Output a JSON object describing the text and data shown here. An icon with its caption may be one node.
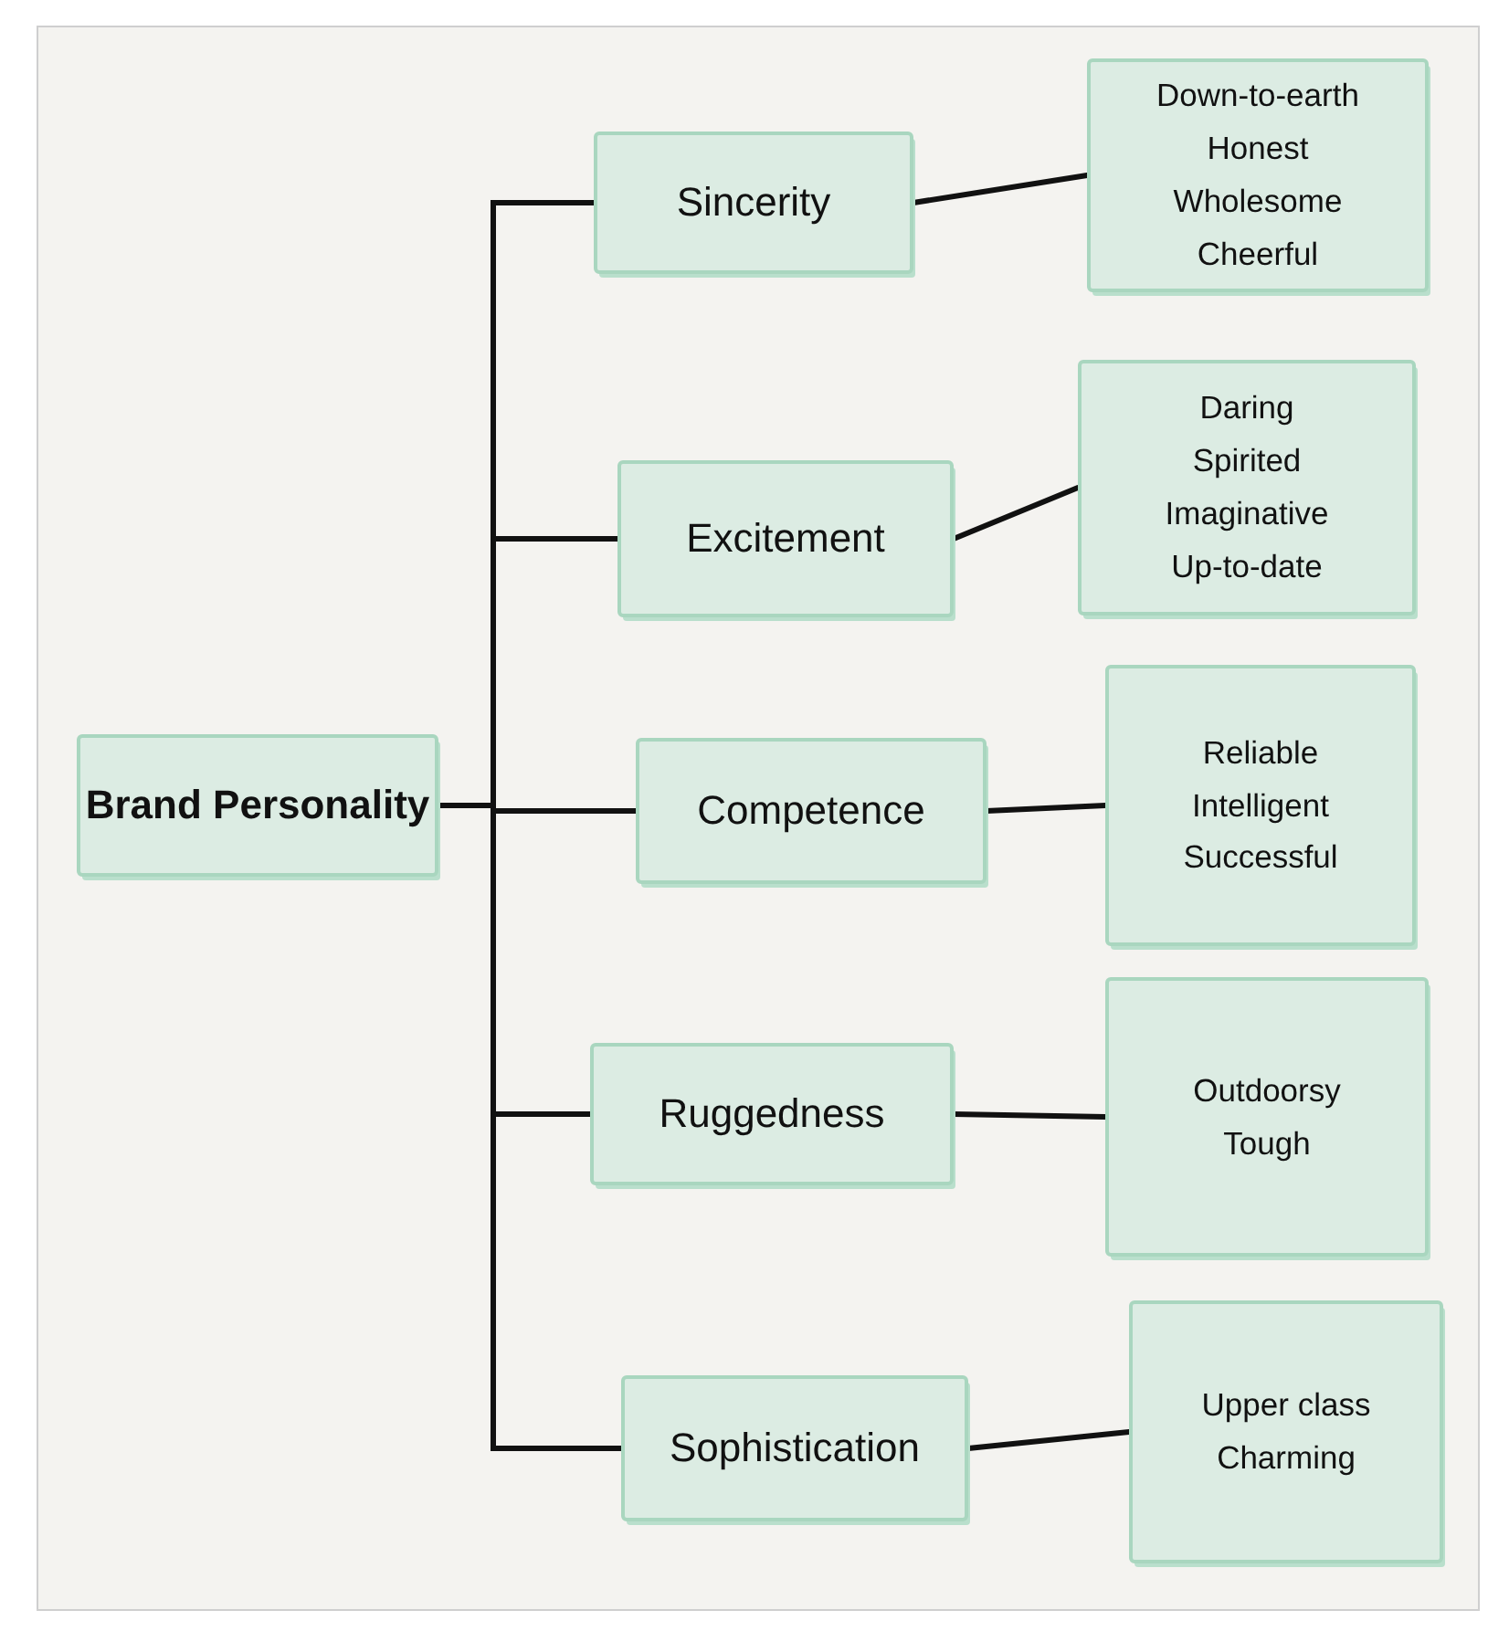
{
  "diagram": {
    "nodes": [
      {
        "text": [
          "Brand Personality"
        ]
      },
      {
        "text": [
          "Sincerity"
        ]
      },
      {
        "text": [
          "Excitement"
        ]
      },
      {
        "text": [
          "Competence"
        ]
      },
      {
        "text": [
          "Ruggedness"
        ]
      },
      {
        "text": [
          "Sophistication"
        ]
      },
      {
        "text": [
          "Down-to-earth",
          "Honest",
          "Wholesome",
          "Cheerful"
        ]
      },
      {
        "text": [
          "Daring",
          "Spirited",
          "Imaginative",
          "Up-to-date"
        ]
      },
      {
        "text": [
          "Reliable",
          "Intelligent",
          "Successful"
        ]
      },
      {
        "text": [
          "Outdoorsy",
          "Tough"
        ]
      },
      {
        "text": [
          "Upper class",
          "Charming"
        ]
      }
    ],
    "edges": [
      {
        "from": 0,
        "to": 1,
        "arrow": "none"
      },
      {
        "from": 0,
        "to": 2,
        "arrow": "none"
      },
      {
        "from": 0,
        "to": 3,
        "arrow": "none"
      },
      {
        "from": 0,
        "to": 4,
        "arrow": "none"
      },
      {
        "from": 0,
        "to": 5,
        "arrow": "none"
      },
      {
        "from": 1,
        "to": 6,
        "arrow": "none"
      },
      {
        "from": 2,
        "to": 7,
        "arrow": "none"
      },
      {
        "from": 3,
        "to": 8,
        "arrow": "none"
      },
      {
        "from": 4,
        "to": 9,
        "arrow": "none"
      },
      {
        "from": 5,
        "to": 10,
        "arrow": "none"
      }
    ]
  }
}
